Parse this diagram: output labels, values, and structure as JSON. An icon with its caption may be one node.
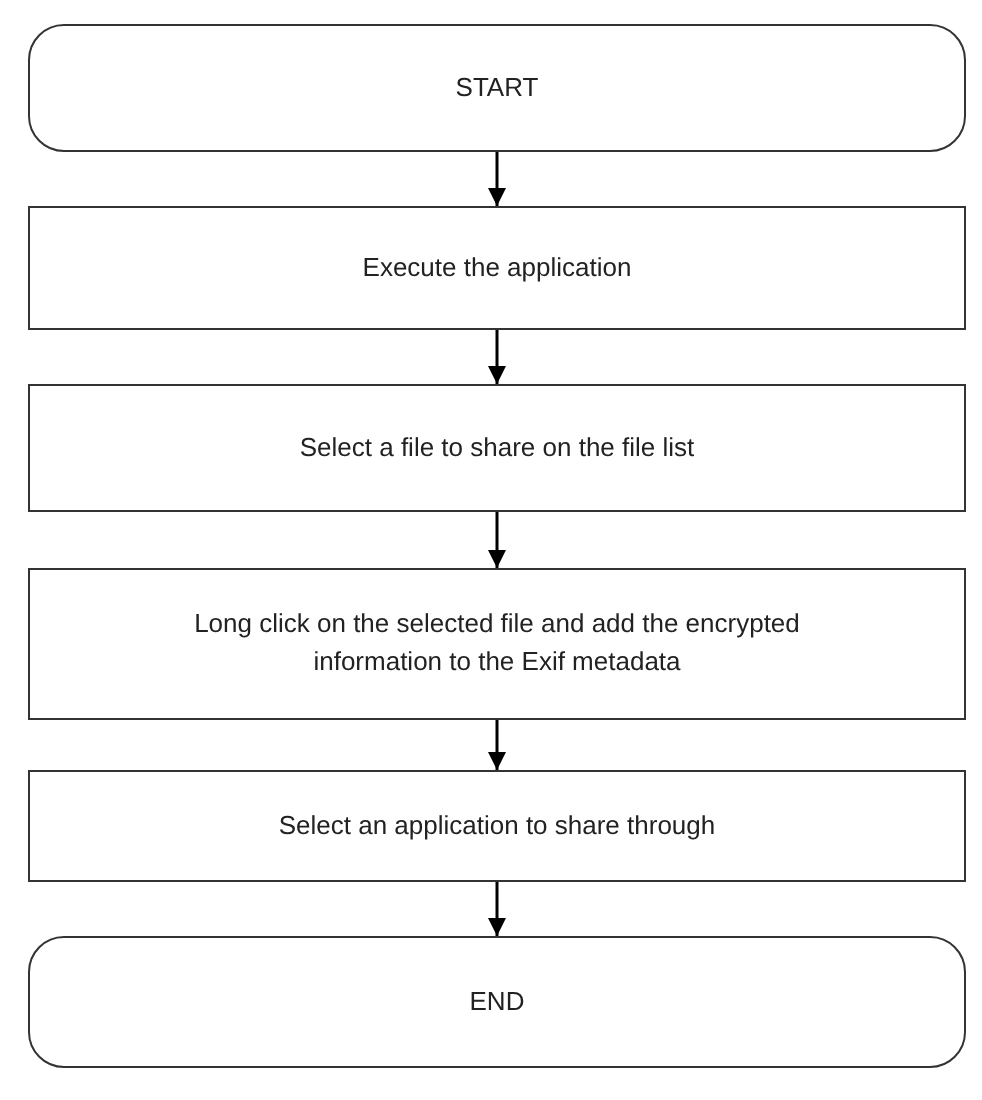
{
  "diagram": {
    "nodes": [
      {
        "text": [
          "START"
        ]
      },
      {
        "text": [
          "Execute the application"
        ]
      },
      {
        "text": [
          "Select a file to share on the file list"
        ]
      },
      {
        "text": [
          "Long click on the selected file and add the encrypted information to the Exif metadata"
        ]
      },
      {
        "text": [
          "Select an application to share through"
        ]
      },
      {
        "text": [
          "END"
        ]
      }
    ],
    "edges": [
      {
        "from": 0,
        "to": 1,
        "arrow": "to"
      },
      {
        "from": 1,
        "to": 2,
        "arrow": "to"
      },
      {
        "from": 2,
        "to": 3,
        "arrow": "to"
      },
      {
        "from": 3,
        "to": 4,
        "arrow": "to"
      },
      {
        "from": 4,
        "to": 5,
        "arrow": "to"
      }
    ]
  }
}
